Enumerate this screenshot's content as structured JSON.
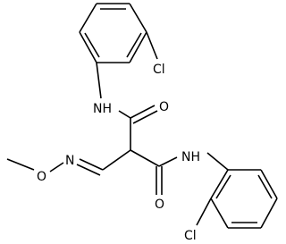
{
  "atoms": {
    "cl_top": "Cl",
    "nh_top": "NH",
    "o_top": "O",
    "nh_right": "NH",
    "n_oxime": "N",
    "o_methoxy": "O",
    "o_bottom": "O",
    "cl_bottom": "Cl"
  }
}
